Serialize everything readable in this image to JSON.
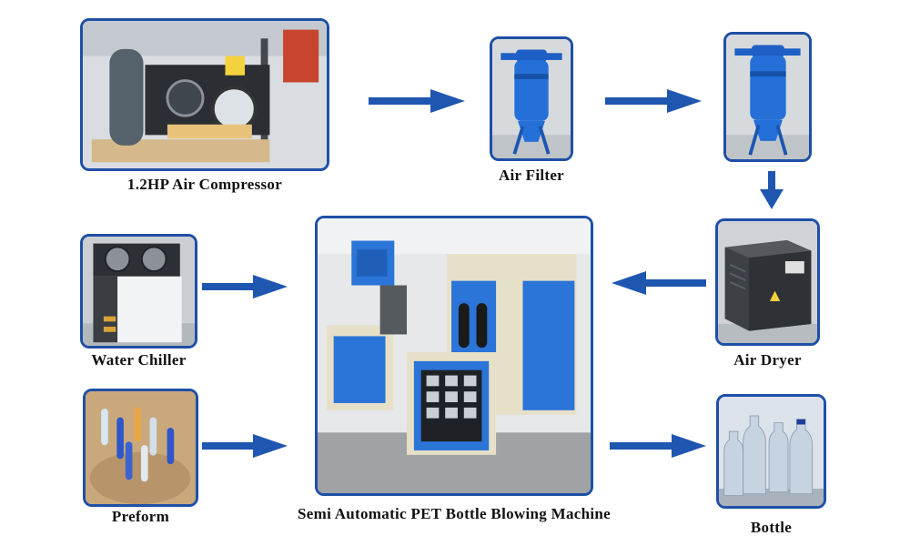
{
  "colors": {
    "frame": "#1f4fa6",
    "arrow": "#1f56b0",
    "text": "#111111"
  },
  "nodes": {
    "compressor": {
      "label": "1.2HP Air Compressor"
    },
    "filter1": {
      "label": "Air Filter"
    },
    "filter2": {
      "label": ""
    },
    "dryer": {
      "label": "Air  Dryer"
    },
    "machine": {
      "label": "Semi Automatic PET Bottle Blowing Machine"
    },
    "chiller": {
      "label": "Water  Chiller"
    },
    "preform": {
      "label": "Preform"
    },
    "bottle": {
      "label": "Bottle"
    }
  },
  "flow": [
    "compressor -> filter1",
    "filter1 -> filter2",
    "filter2 -> dryer",
    "dryer -> machine",
    "chiller -> machine",
    "preform -> machine",
    "machine -> bottle"
  ]
}
